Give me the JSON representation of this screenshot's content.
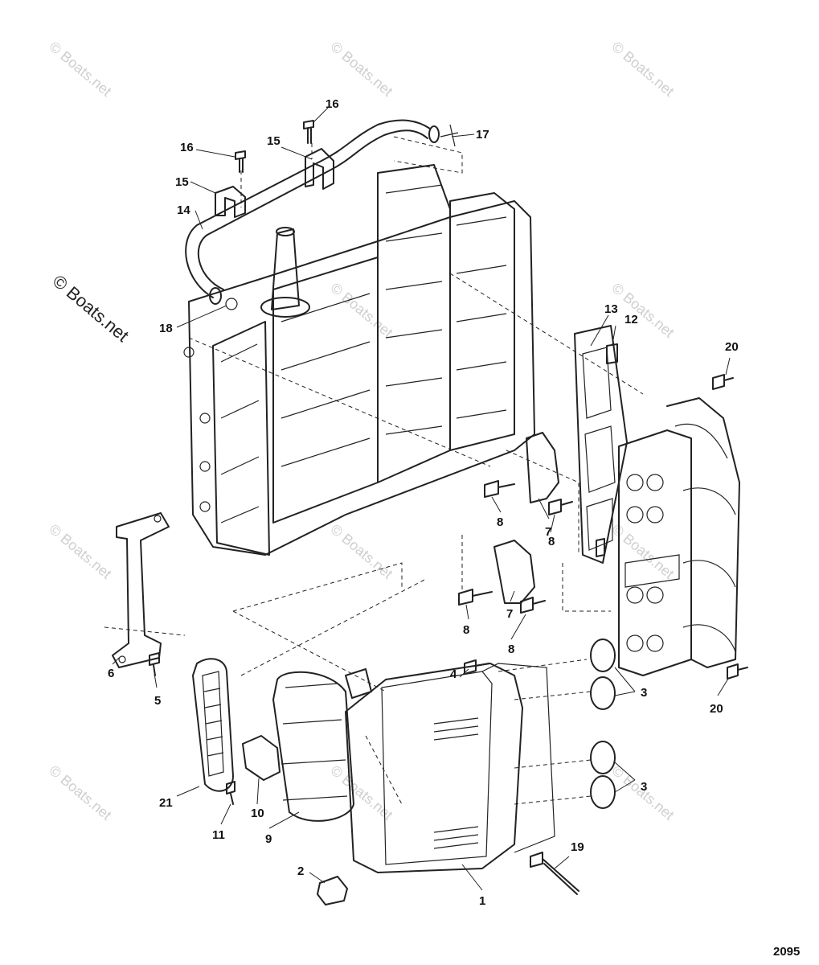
{
  "watermark": {
    "small": "© Boats.net",
    "large": "© Boats.net"
  },
  "drawing_number": "2095",
  "callouts": {
    "c1": "1",
    "c2": "2",
    "c3a": "3",
    "c3b": "3",
    "c4": "4",
    "c5": "5",
    "c6": "6",
    "c7a": "7",
    "c7b": "7",
    "c8a": "8",
    "c8b": "8",
    "c8c": "8",
    "c8d": "8",
    "c9": "9",
    "c10": "10",
    "c11": "11",
    "c12": "12",
    "c13": "13",
    "c14": "14",
    "c15a": "15",
    "c15b": "15",
    "c16a": "16",
    "c16b": "16",
    "c17": "17",
    "c18": "18",
    "c19": "19",
    "c20a": "20",
    "c20b": "20",
    "c21": "21"
  }
}
